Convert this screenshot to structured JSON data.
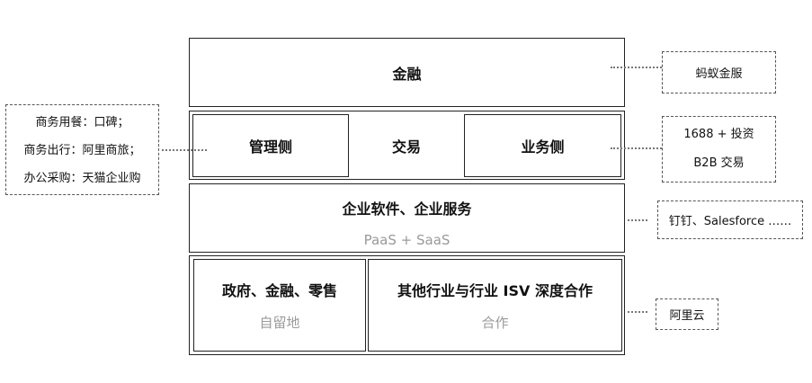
{
  "layers": {
    "finance": {
      "label": "金融"
    },
    "trading": {
      "left_label": "管理侧",
      "center_label": "交易",
      "right_label": "业务侧"
    },
    "software": {
      "title": "企业软件、企业服务",
      "subtitle": "PaaS + SaaS"
    },
    "industries": {
      "left": {
        "title": "政府、金融、零售",
        "subtitle": "自留地"
      },
      "right": {
        "title": "其他行业与行业 ISV 深度合作",
        "subtitle": "合作"
      }
    }
  },
  "notes": {
    "left": [
      "商务用餐：口碑；",
      "商务出行：阿里商旅；",
      "办公采购：天猫企业购"
    ],
    "ant": "蚂蚁金服",
    "b2b": [
      "1688 + 投资",
      "B2B 交易"
    ],
    "dingtalk": "钉钉、Salesforce ……",
    "aliyun": "阿里云"
  }
}
